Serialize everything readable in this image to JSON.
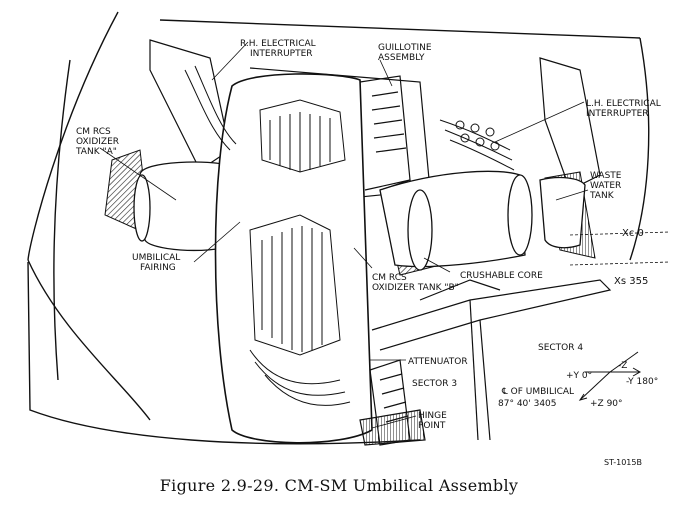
{
  "figure": {
    "caption": "Figure 2.9-29.  CM-SM Umbilical Assembly",
    "sheet_id": "ST-1015B"
  },
  "labels": {
    "rh_interrupter": [
      "R.H. ELECTRICAL",
      "INTERRUPTER"
    ],
    "guillotine": [
      "GUILLOTINE",
      "ASSEMBLY"
    ],
    "lh_interrupter": [
      "L.H. ELECTRICAL",
      "INTERRUPTER"
    ],
    "cm_rcs_tank_a": [
      "CM RCS",
      "OXIDIZER",
      "TANK \"A\""
    ],
    "waste_water_tank": [
      "WASTE",
      "WATER",
      "TANK"
    ],
    "umbilical_fairing": [
      "UMBILICAL",
      "FAIRING"
    ],
    "cm_rcs_tank_b": [
      "CM RCS",
      "OXIDIZER TANK \"B\""
    ],
    "crushable_core": "CRUSHABLE CORE",
    "xc0": "Xc 0",
    "xs355": "Xs 355",
    "sector4": "SECTOR 4",
    "attenuator": "ATTENUATOR",
    "sector3": "SECTOR 3",
    "umbilical_cl": [
      "℄ OF UMBILICAL",
      "87°  40'  3405"
    ],
    "hinge_point": [
      "HINGE",
      "POINT"
    ],
    "axis_plus_y": "+Y 0°",
    "axis_minus_z": "-Z",
    "axis_minus_y": "-Y 180°",
    "axis_plus_z": "+Z 90°"
  }
}
